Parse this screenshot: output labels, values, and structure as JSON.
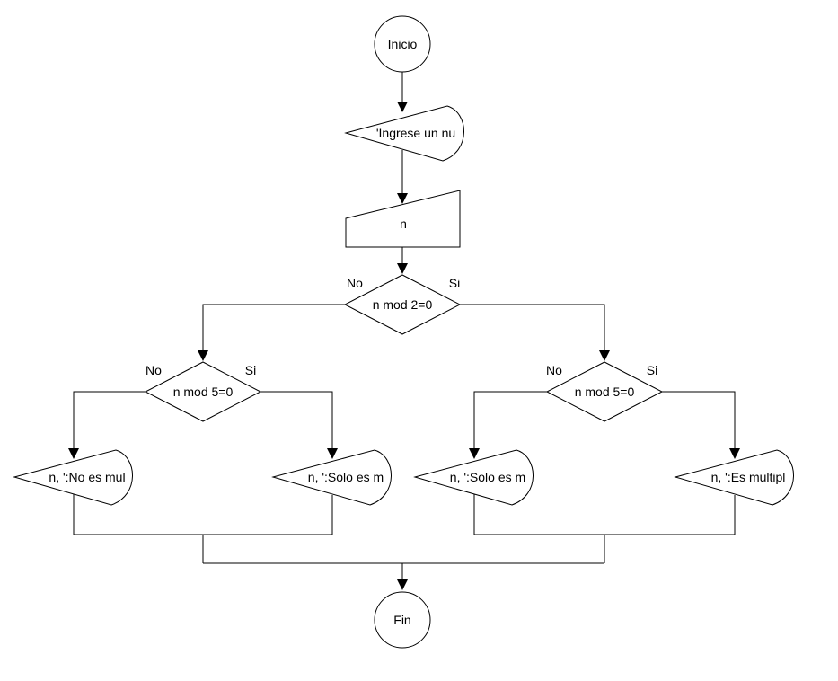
{
  "page": {
    "background": "#ffffff"
  },
  "diagram": {
    "type": "flowchart",
    "stroke_color": "#000000",
    "text_color": "#000000",
    "nodes": {
      "start": {
        "label": "Inicio",
        "shape": "circle"
      },
      "prompt": {
        "label": "'Ingrese un nu",
        "shape": "display"
      },
      "read": {
        "label": "n",
        "shape": "manual-input"
      },
      "decision_mod2": {
        "label": "n mod 2=0",
        "shape": "decision",
        "no_label": "No",
        "si_label": "Si"
      },
      "decision_mod5_left": {
        "label": "n mod 5=0",
        "shape": "decision",
        "no_label": "No",
        "si_label": "Si"
      },
      "decision_mod5_right": {
        "label": "n mod 5=0",
        "shape": "decision",
        "no_label": "No",
        "si_label": "Si"
      },
      "output_no_no": {
        "label": "n, ':No es mul",
        "shape": "display"
      },
      "output_no_si": {
        "label": "n, ':Solo es m",
        "shape": "display"
      },
      "output_si_no": {
        "label": "n, ':Solo es m",
        "shape": "display"
      },
      "output_si_si": {
        "label": "n, ':Es multipl",
        "shape": "display"
      },
      "end": {
        "label": "Fin",
        "shape": "circle"
      }
    }
  }
}
